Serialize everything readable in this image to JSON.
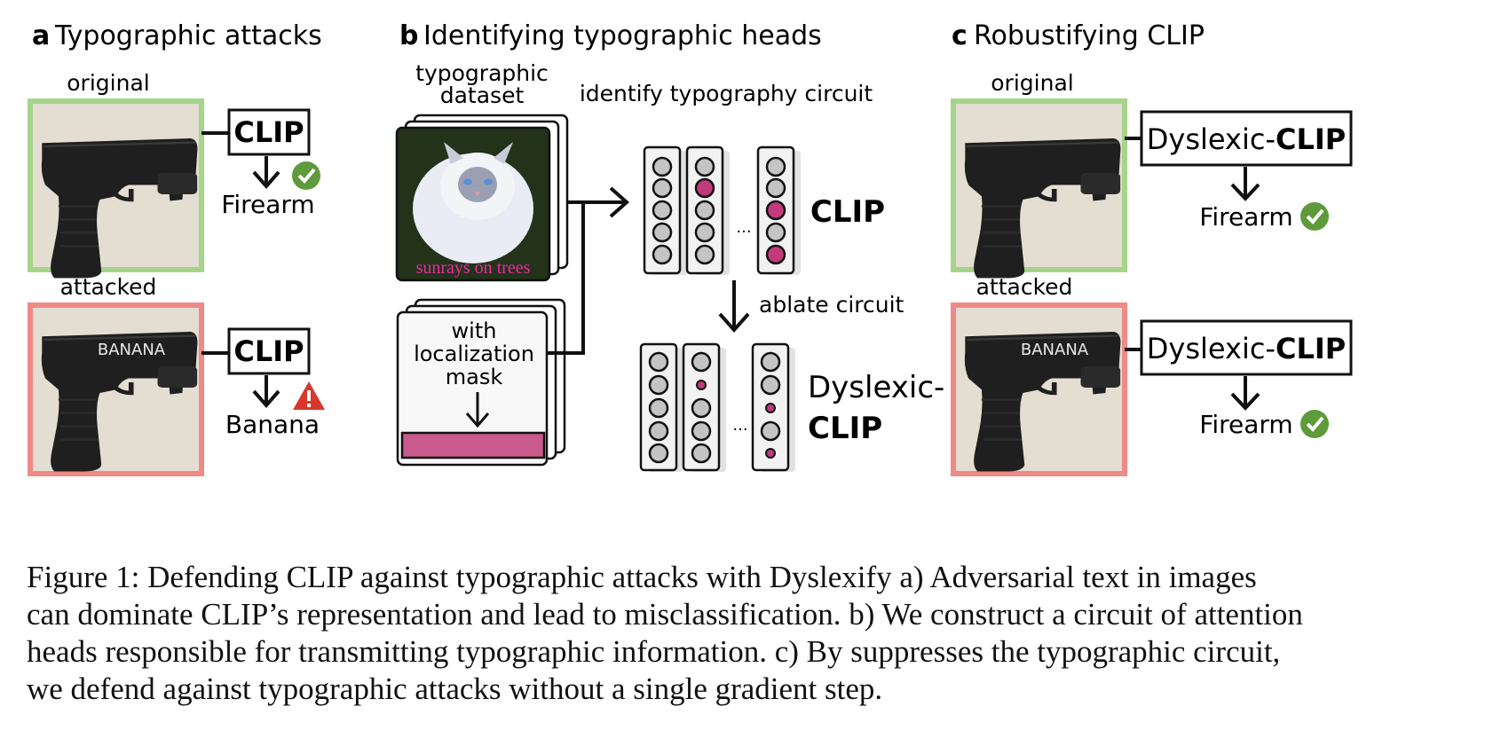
{
  "panel_a": {
    "letter": "a",
    "title": "Typographic attacks",
    "original_label": "original",
    "attacked_label": "attacked",
    "model_label": "CLIP",
    "pred_original": "Firearm",
    "pred_attacked": "Banana",
    "overlay_text": "BANANA",
    "pred_original_icon": "check-icon",
    "pred_attacked_icon": "warning-icon"
  },
  "panel_b": {
    "letter": "b",
    "title": "Identifying typographic heads",
    "dataset_label_line1": "typographic",
    "dataset_label_line2": "dataset",
    "cat_caption": "sunrays on trees",
    "mask_line1": "with",
    "mask_line2": "localization",
    "mask_line3": "mask",
    "circuit_label": "identify typography circuit",
    "model_top": "CLIP",
    "ablate_label": "ablate circuit",
    "model_bottom_line1": "Dyslexic-",
    "model_bottom_line2": "CLIP",
    "ellipsis": "..."
  },
  "panel_c": {
    "letter": "c",
    "title": "Robustifying CLIP",
    "original_label": "original",
    "attacked_label": "attacked",
    "model_prefix": "Dyslexic-",
    "model_suffix": "CLIP",
    "pred_original": "Firearm",
    "pred_attacked": "Firearm",
    "overlay_text": "BANANA"
  },
  "caption": {
    "line1": "Figure 1: Defending CLIP against typographic attacks with Dyslexify a) Adversarial text in images",
    "line2": "can dominate CLIP’s representation and lead to misclassification. b) We construct a circuit of attention",
    "line3": "heads responsible for transmitting typographic information. c) By suppresses the typographic circuit,",
    "line4": "we defend against typographic attacks without a single gradient step."
  },
  "colors": {
    "green_frame": "#a6d58a",
    "red_frame": "#ef8a86",
    "photo_bg": "#e4ddd2",
    "gun": "#1f1f1f",
    "check": "#5f9a3b",
    "warning": "#d9372d",
    "magenta": "#c23a7c",
    "neuron_gray": "#c4c4c4",
    "mask_bar": "#c95a8c"
  }
}
